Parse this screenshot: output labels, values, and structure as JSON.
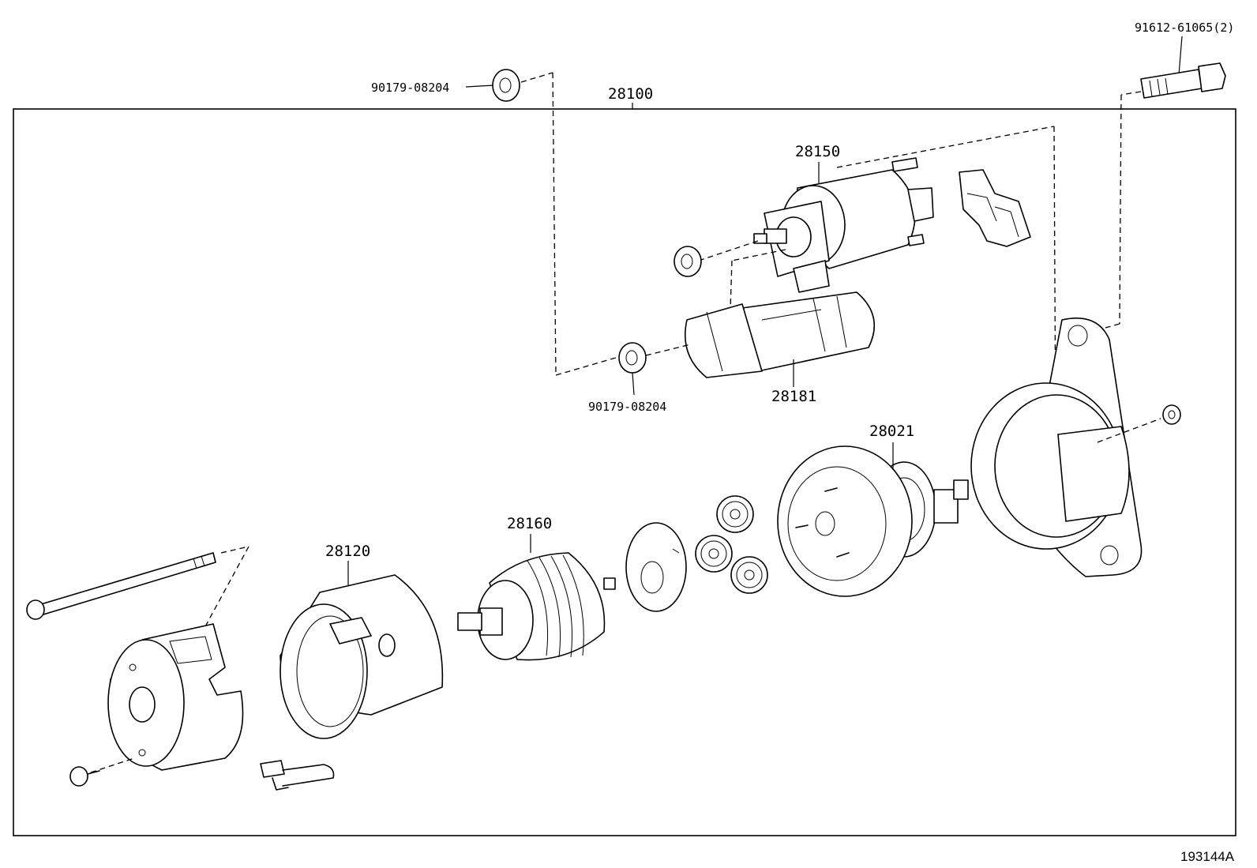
{
  "callouts": {
    "assembly": "28100",
    "solenoid": "28150",
    "lever": "28181",
    "clutch": "28021",
    "armature": "28160",
    "yoke": "28120",
    "nut_top": "90179-08204",
    "nut_lower": "90179-08204",
    "bolt": "91612-61065(2)"
  },
  "figure_ref": "193144A"
}
